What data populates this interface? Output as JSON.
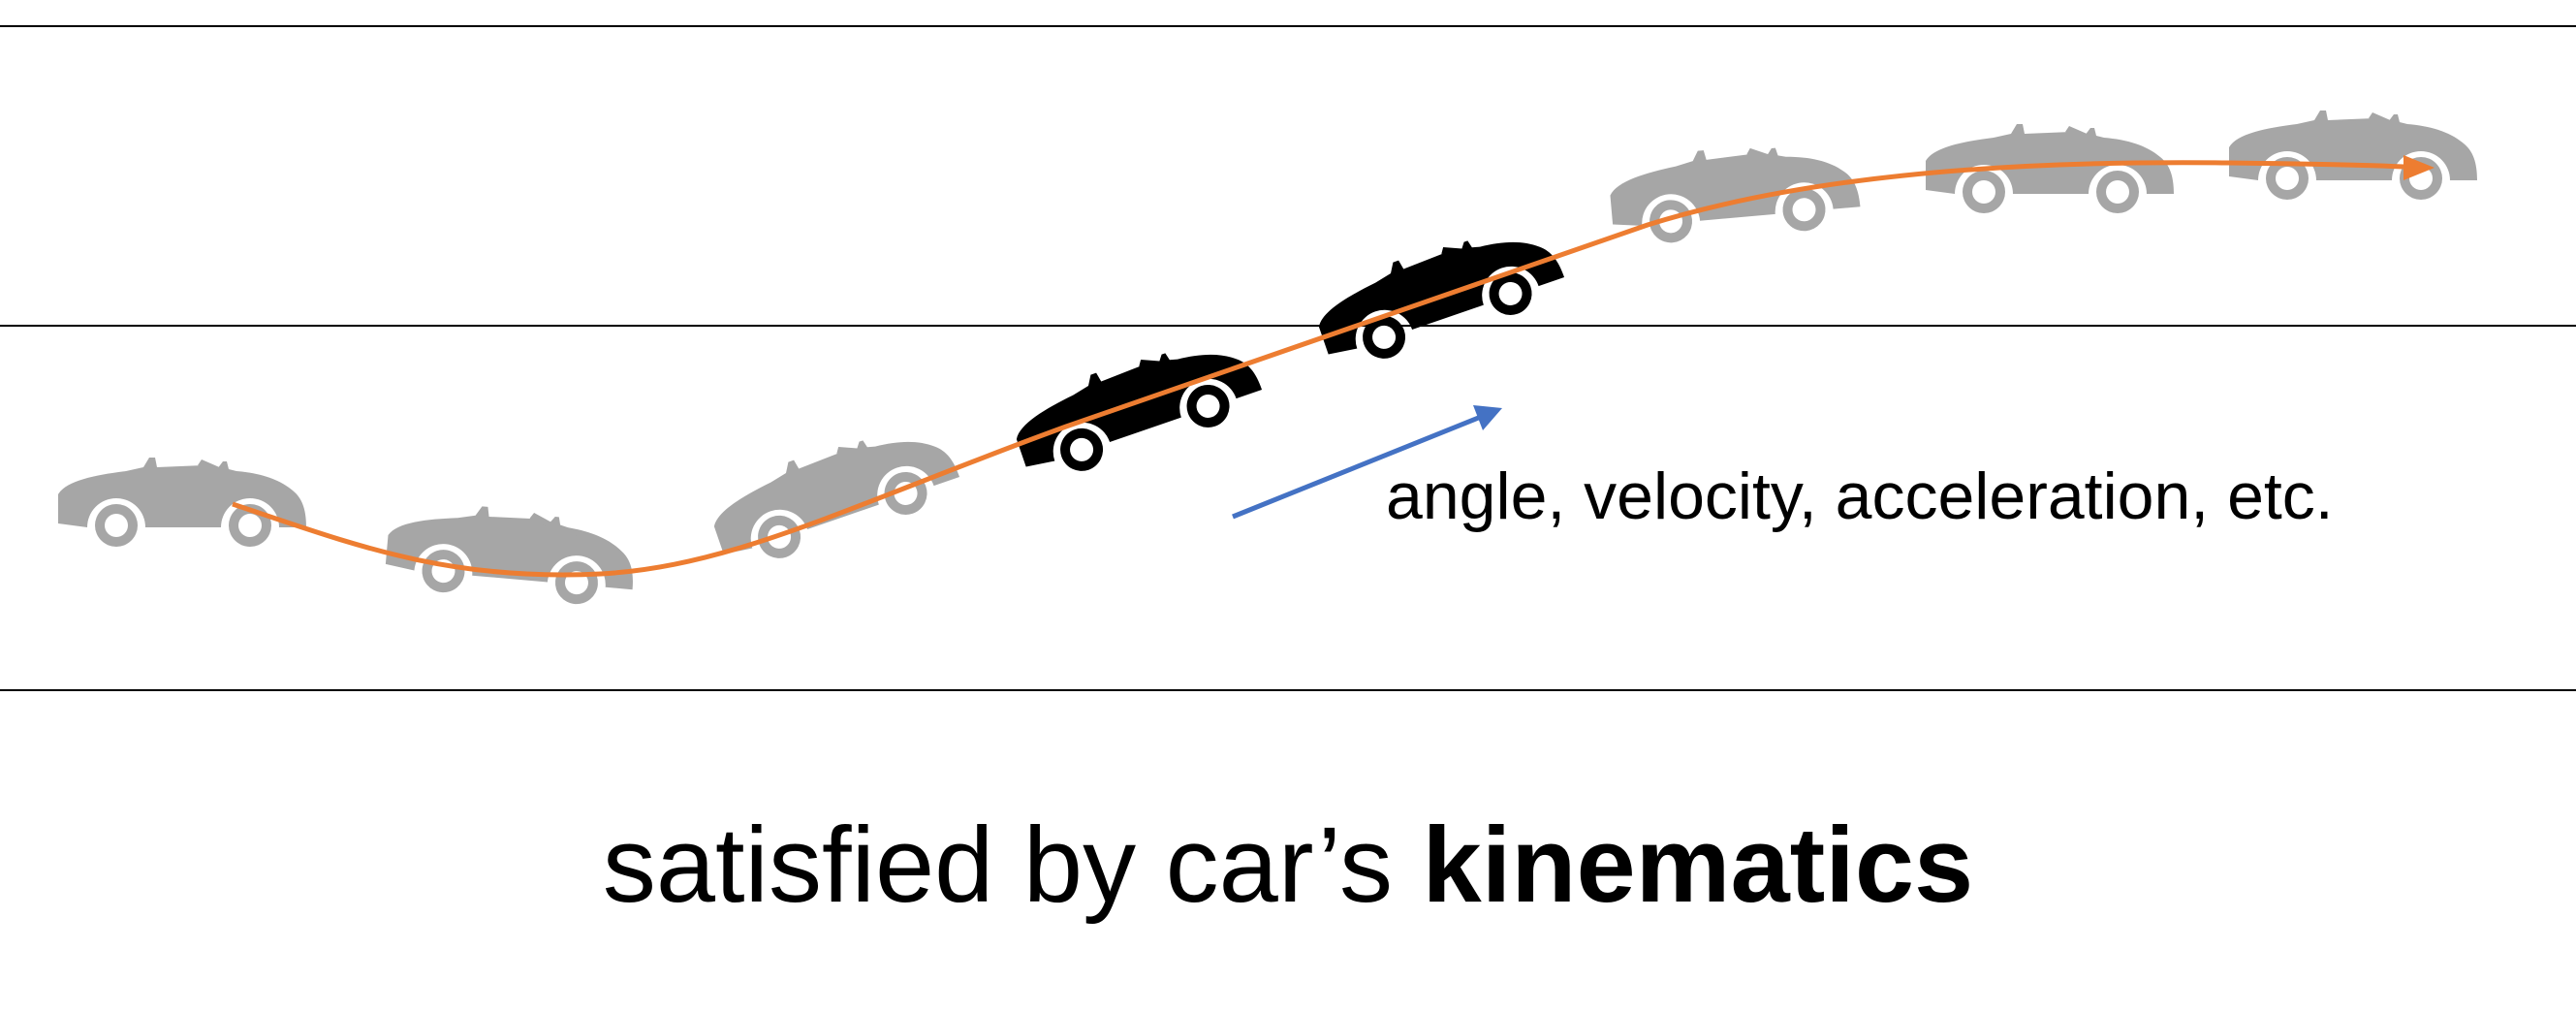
{
  "annotation": "angle, velocity, acceleration, etc.",
  "caption": {
    "prefix": "satisfied by car’s ",
    "emphasis": "kinematics"
  },
  "colors": {
    "lane_line": "#000000",
    "trajectory": "#ED7D31",
    "direction_arrow": "#4472C4",
    "car_faded": "#A6A6A6",
    "car_highlight": "#000000"
  },
  "icons": {
    "car": "convertible-car-icon"
  }
}
